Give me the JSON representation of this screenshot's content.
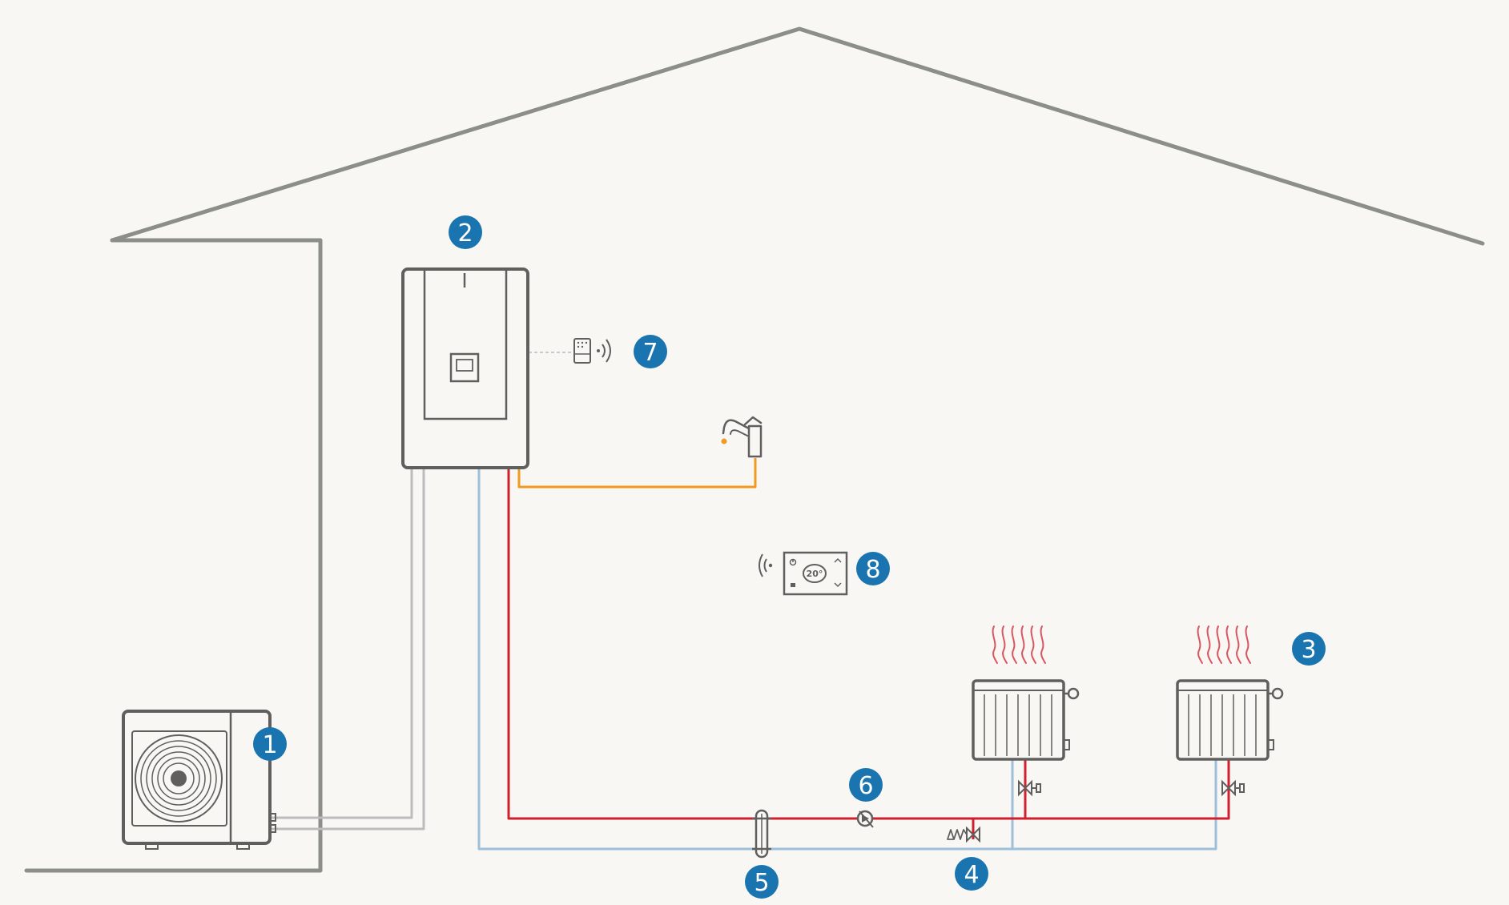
{
  "colors": {
    "background": "#f8f7f3",
    "structure": "#8c8e8a",
    "equipment": "#5f605e",
    "flow_pipe": "#d0202e",
    "return_pipe": "#9dbfdc",
    "hot_water_pipe": "#f29a1f",
    "refrigerant_pipe": "#bcbcbc",
    "badge": "#1a74b0",
    "badge_text": "#ffffff"
  },
  "icons": {
    "outdoor_unit": "outdoor-heat-pump-unit-icon",
    "indoor_unit": "indoor-hydraulic-unit-icon",
    "gateway": "wifi-gateway-icon",
    "tap": "hot-water-tap-icon",
    "thermostat": "room-thermostat-icon",
    "radiator": "radiator-icon",
    "filter": "magnetic-filter-icon",
    "pump": "circulation-pump-icon",
    "bypass": "bypass-valve-icon"
  },
  "thermostat": {
    "display": "20°"
  },
  "badges": [
    "1",
    "2",
    "3",
    "4",
    "5",
    "6",
    "7",
    "8"
  ]
}
